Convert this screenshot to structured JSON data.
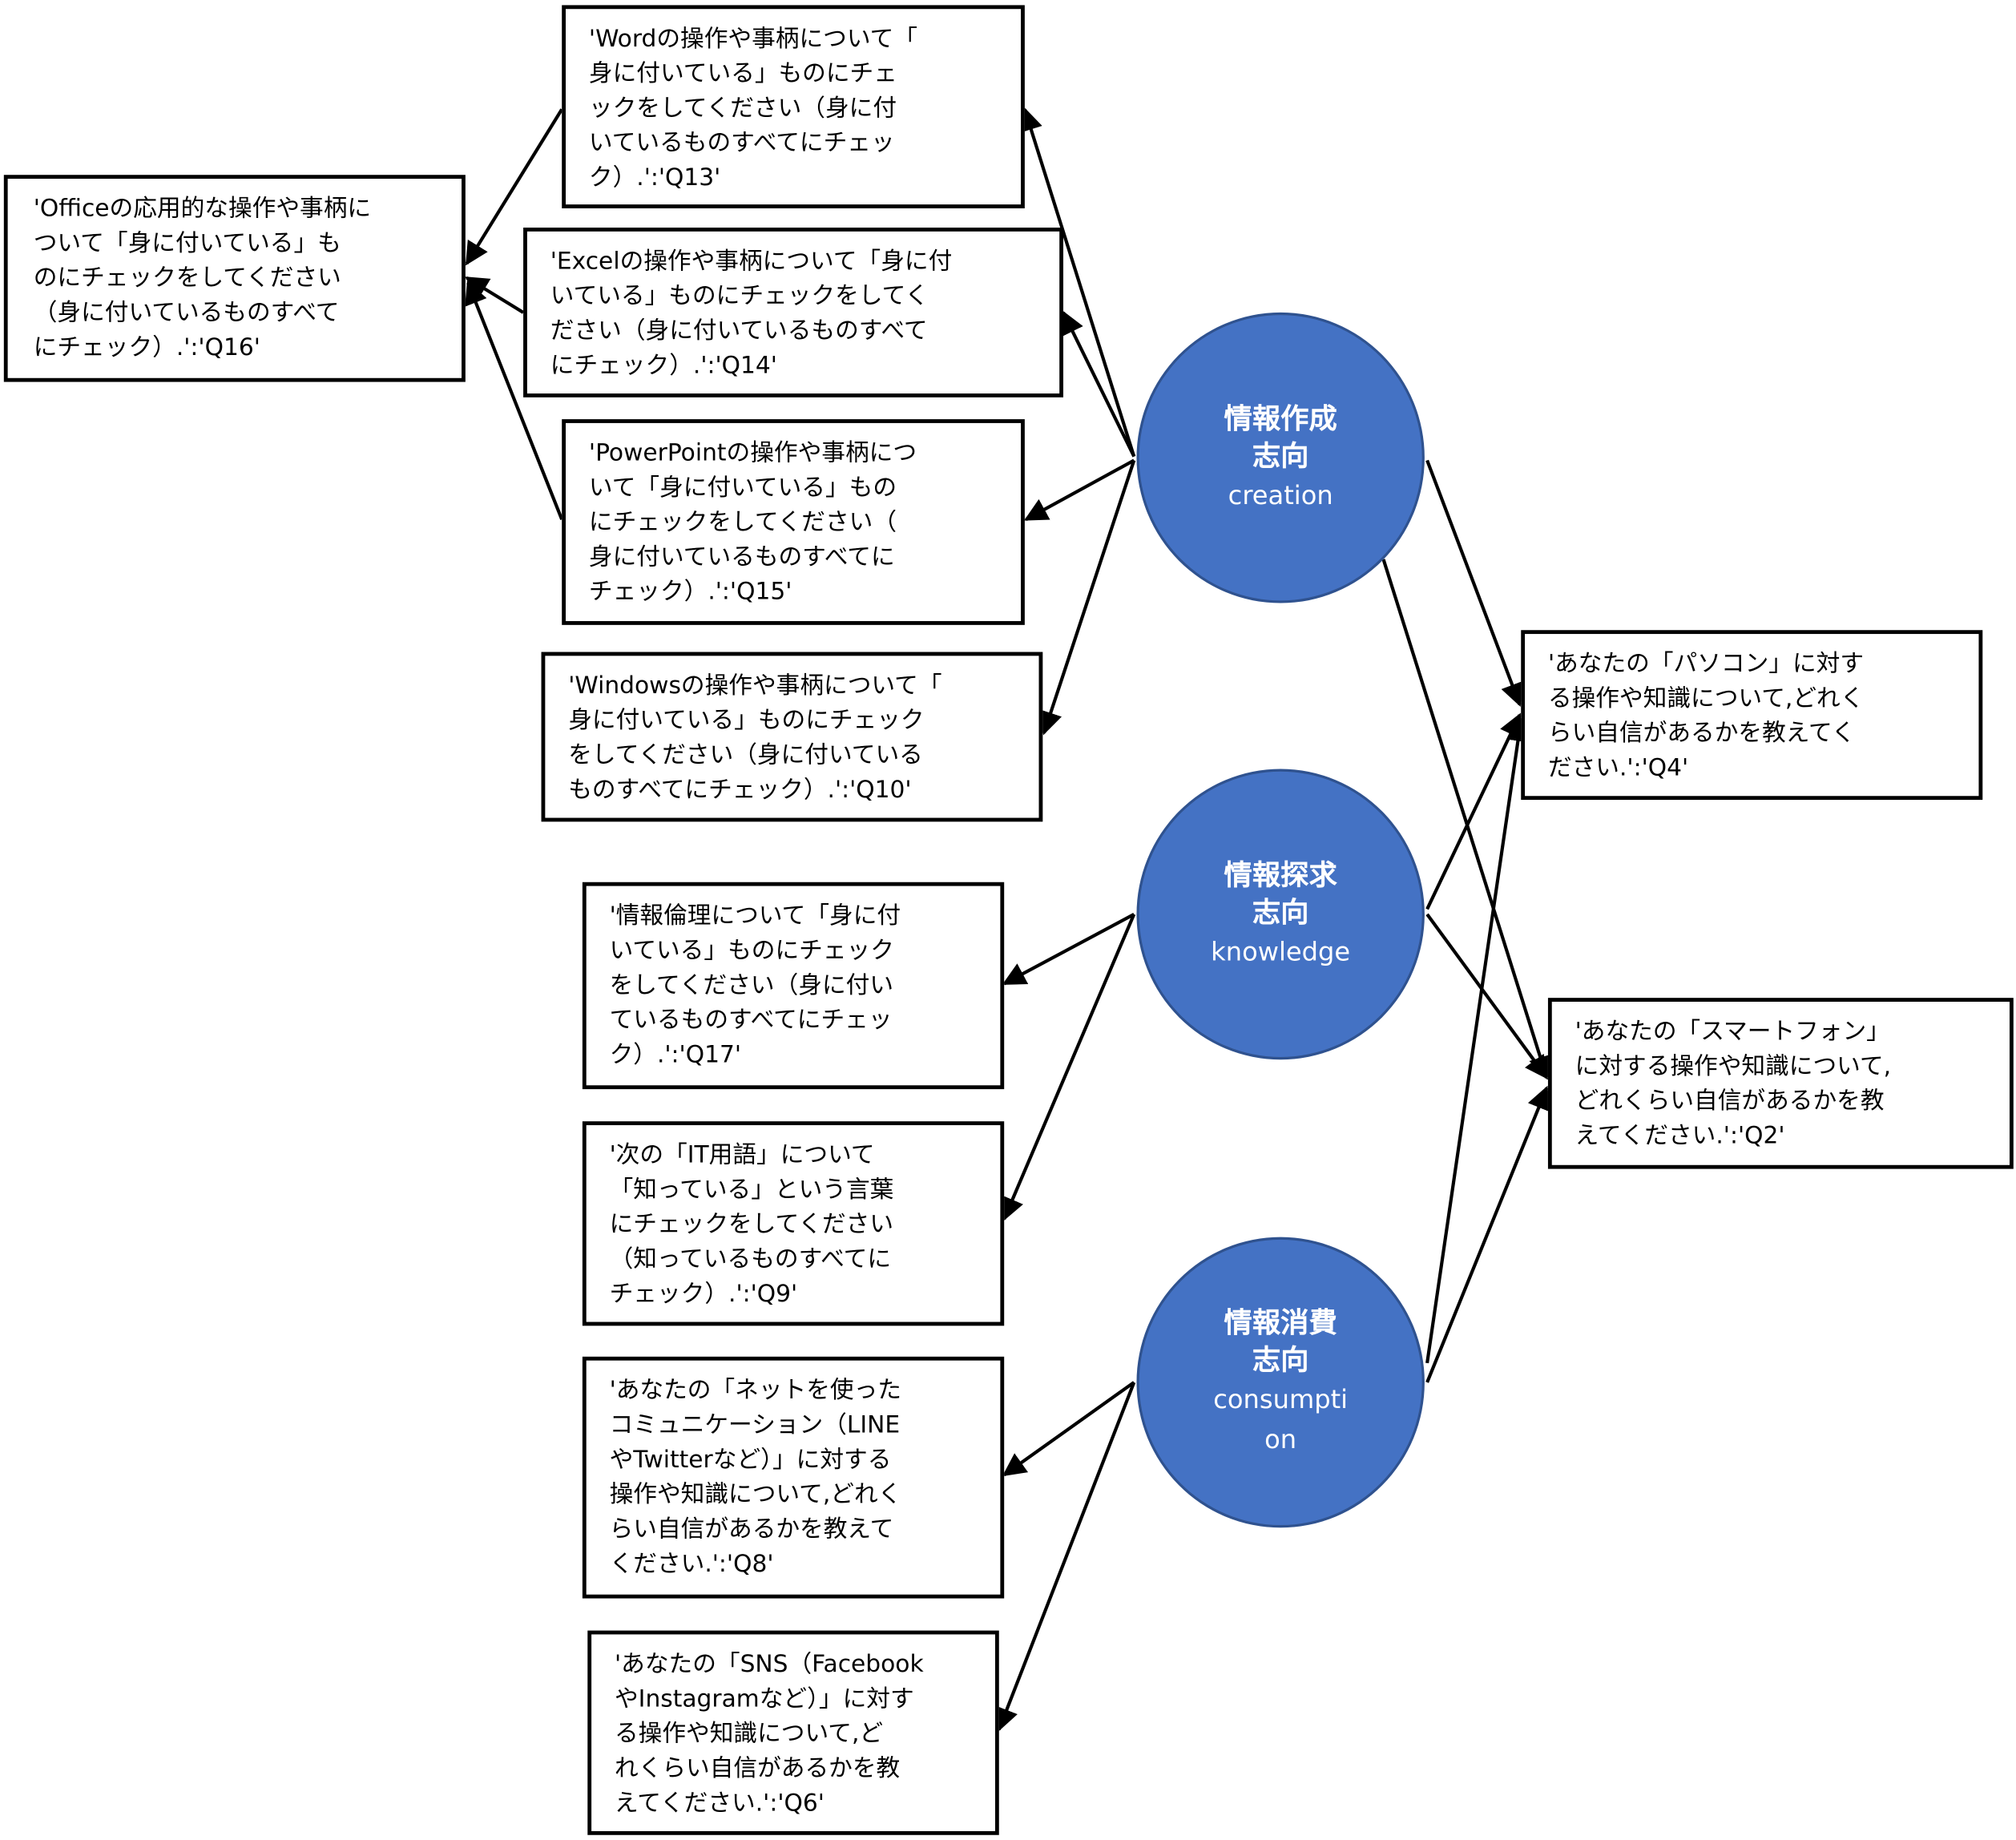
{
  "colors": {
    "node_fill": "#4472c4",
    "node_border": "#2f528f",
    "line": "#000000"
  },
  "factors": [
    {
      "id": "creation",
      "jp": [
        "情報作成",
        "志向"
      ],
      "en": [
        "creation"
      ]
    },
    {
      "id": "knowledge",
      "jp": [
        "情報探求",
        "志向"
      ],
      "en": [
        "knowledge"
      ]
    },
    {
      "id": "consumption",
      "jp": [
        "情報消費",
        "志向"
      ],
      "en": [
        "consumpti",
        "on"
      ]
    }
  ],
  "items": {
    "q13": [
      "'Wordの操作や事柄について「",
      "身に付いている」ものにチェ",
      "ックをしてください（身に付",
      "いているものすべてにチェッ",
      "ク）.':'Q13'"
    ],
    "q16": [
      "'Officeの応用的な操作や事柄に",
      "ついて「身に付いている」も",
      "のにチェックをしてください",
      "（身に付いているものすべて",
      "にチェック）.':'Q16'"
    ],
    "q14": [
      "'Excelの操作や事柄について「身に付",
      "いている」ものにチェックをしてく",
      "ださい（身に付いているものすべて",
      "にチェック）.':'Q14'"
    ],
    "q15": [
      "'PowerPointの操作や事柄につ",
      "いて「身に付いている」もの",
      "にチェックをしてください（",
      "身に付いているものすべてに",
      "チェック）.':'Q15'"
    ],
    "q10": [
      "'Windowsの操作や事柄について「",
      "身に付いている」ものにチェック",
      "をしてください（身に付いている",
      "ものすべてにチェック）.':'Q10'"
    ],
    "q17": [
      "'情報倫理について「身に付",
      "いている」ものにチェック",
      "をしてください（身に付い",
      "ているものすべてにチェッ",
      "ク）.':'Q17'"
    ],
    "q9": [
      "'次の「IT用語」について",
      "「知っている」という言葉",
      "にチェックをしてください",
      "（知っているものすべてに",
      "チェック）.':'Q9'"
    ],
    "q8": [
      "'あなたの「ネットを使った",
      "コミュニケーション（LINE",
      "やTwitterなど）」に対する",
      "操作や知識について,どれく",
      "らい自信があるかを教えて",
      "ください.':'Q8'"
    ],
    "q6": [
      "'あなたの「SNS（Facebook",
      "やInstagramなど）」に対す",
      "る操作や知識について,ど",
      "れくらい自信があるかを教",
      "えてください.':'Q6'"
    ],
    "q4": [
      "'あなたの「パソコン」に対す",
      "る操作や知識について,どれく",
      "らい自信があるかを教えてく",
      "ださい.':'Q4'"
    ],
    "q2": [
      "'あなたの「スマートフォン」",
      "に対する操作や知識について,",
      "どれくらい自信があるかを教",
      "えてください.':'Q2'"
    ]
  }
}
